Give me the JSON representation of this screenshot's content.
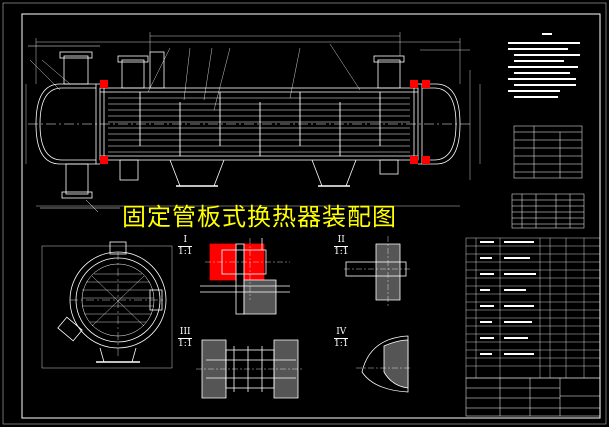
{
  "title": "固定管板式换热器装配图",
  "details": [
    {
      "roman": "I",
      "scale": "1:1"
    },
    {
      "roman": "II",
      "scale": "1:1"
    },
    {
      "roman": "III",
      "scale": "1:1"
    },
    {
      "roman": "IV",
      "scale": "1:1"
    }
  ],
  "colors": {
    "background": "#000000",
    "lines": "#ffffff",
    "title": "#ffff00",
    "highlight": "#ff0000"
  }
}
